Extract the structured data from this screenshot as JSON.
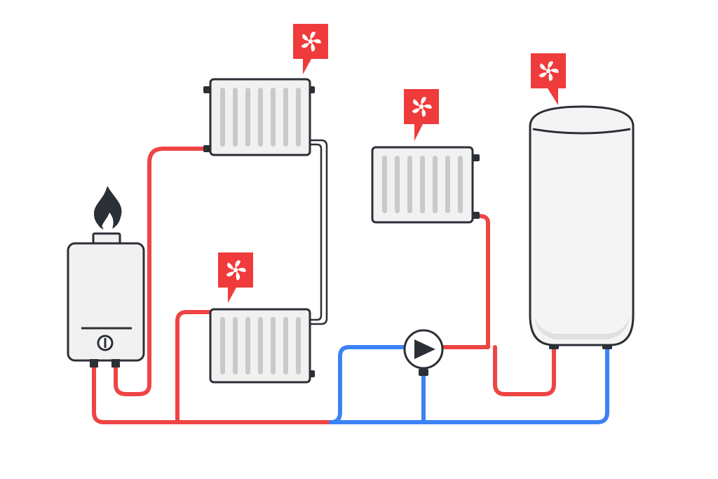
{
  "diagram": {
    "colors": {
      "hot": "#ef4444",
      "cold": "#3b82f6",
      "outline": "#2b2f36",
      "panel": "#f1f1f1",
      "fin": "#c9c9c9",
      "badge": "#ef3b3b",
      "tank": "#f4f4f4",
      "flame": "#2b2f36"
    },
    "components": {
      "boiler": {
        "icon": "flame-icon",
        "control": "dial-icon"
      },
      "radiators": [
        {
          "id": "radiator-top-left",
          "fan_icon": "fan-icon"
        },
        {
          "id": "radiator-bottom-left",
          "fan_icon": "fan-icon"
        },
        {
          "id": "radiator-middle",
          "fan_icon": "fan-icon"
        }
      ],
      "pump": {
        "icon": "pump-play-icon"
      },
      "tank": {
        "fan_icon": "fan-icon"
      }
    }
  }
}
